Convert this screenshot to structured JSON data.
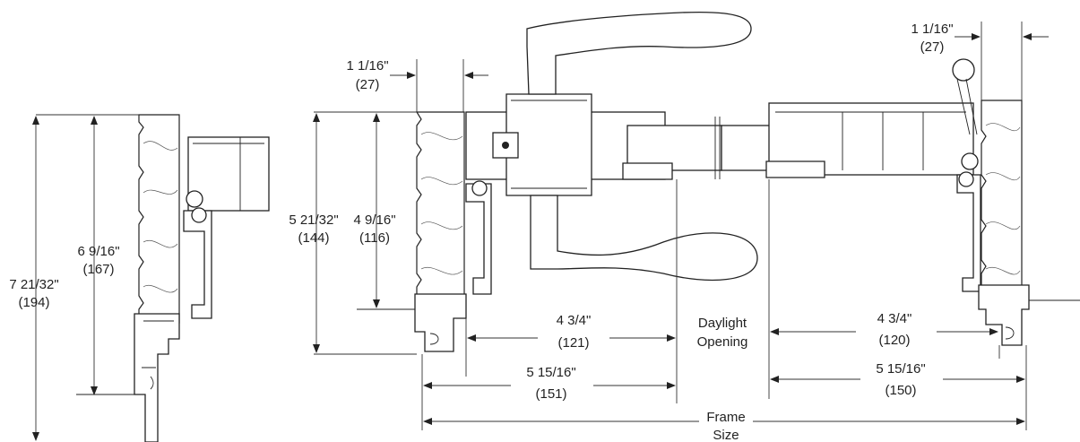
{
  "dimensions": {
    "left_outer_height": {
      "imperial": "7 21/32\"",
      "metric": "(194)"
    },
    "left_inner_height": {
      "imperial": "6 9/16\"",
      "metric": "(167)"
    },
    "mid_outer_height": {
      "imperial": "5 21/32\"",
      "metric": "(144)"
    },
    "mid_inner_height": {
      "imperial": "4 9/16\"",
      "metric": "(116)"
    },
    "mid_top_width": {
      "imperial": "1 1/16\"",
      "metric": "(27)"
    },
    "right_top_width": {
      "imperial": "1 1/16\"",
      "metric": "(27)"
    },
    "left_inner_width": {
      "imperial": "4 3/4\"",
      "metric": "(121)"
    },
    "right_inner_width": {
      "imperial": "4 3/4\"",
      "metric": "(120)"
    },
    "left_outer_width": {
      "imperial": "5 15/16\"",
      "metric": "(151)"
    },
    "right_outer_width": {
      "imperial": "5 15/16\"",
      "metric": "(150)"
    }
  },
  "labels": {
    "daylight_line1": "Daylight",
    "daylight_line2": "Opening",
    "frame_line1": "Frame",
    "frame_line2": "Size"
  }
}
